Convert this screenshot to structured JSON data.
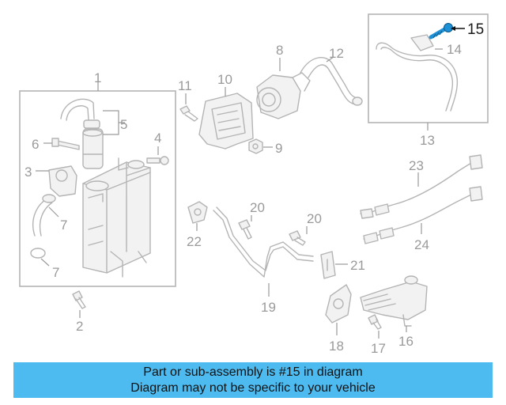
{
  "callouts": {
    "c1": "1",
    "c2": "2",
    "c3": "3",
    "c4": "4",
    "c5": "5",
    "c6": "6",
    "c7a": "7",
    "c7b": "7",
    "c8": "8",
    "c9": "9",
    "c10": "10",
    "c11": "11",
    "c12": "12",
    "c13": "13",
    "c14": "14",
    "c15": "15",
    "c16": "16",
    "c17": "17",
    "c18": "18",
    "c19": "19",
    "c20a": "20",
    "c20b": "20",
    "c21": "21",
    "c22": "22",
    "c23": "23",
    "c24": "24"
  },
  "highlight": {
    "part": "15",
    "color": "#1e90d6"
  },
  "banner": {
    "line1": "Part or sub-assembly is #15 in diagram",
    "line2": "Diagram may not be specific to your vehicle",
    "color": "#4dbbf0"
  }
}
